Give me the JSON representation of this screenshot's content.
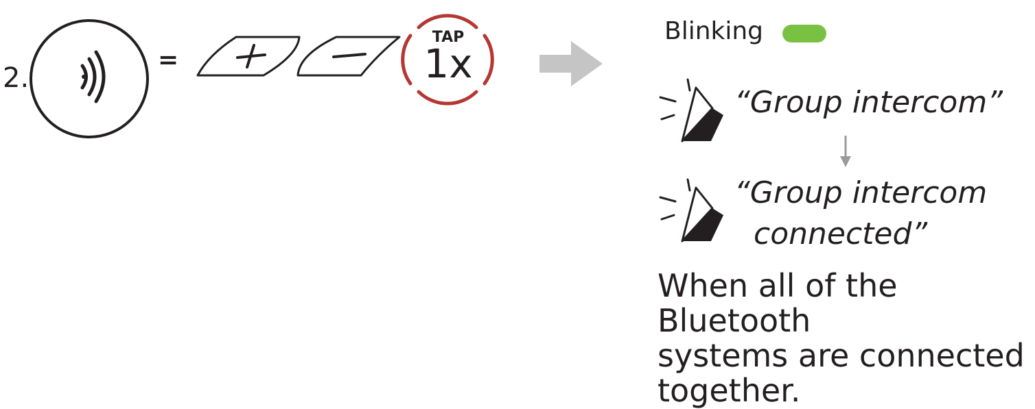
{
  "step": {
    "number": "2."
  },
  "equals": "=",
  "keys": [
    {
      "icon": "plus-icon",
      "symbol": "+"
    },
    {
      "icon": "minus-icon",
      "symbol": "−"
    }
  ],
  "tap": {
    "label": "TAP",
    "count": "1x",
    "color": "#b53633"
  },
  "arrow_color": "#c5c5c5",
  "led": {
    "label": "Blinking",
    "color": "#79c143"
  },
  "prompts": {
    "first": "“Group intercom”",
    "second_line1": "“Group intercom",
    "second_line2": "connected”"
  },
  "description": {
    "line1": "When all of the Bluetooth",
    "line2": "systems are connected",
    "line3": "together."
  }
}
